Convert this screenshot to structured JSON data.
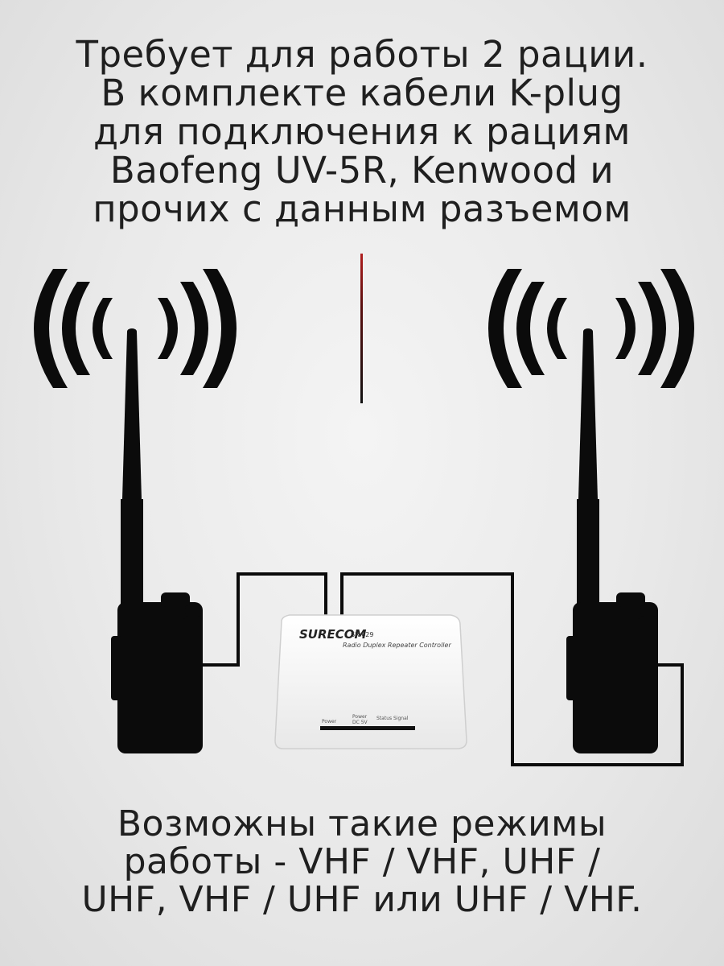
{
  "header": {
    "lines": [
      "Требует для работы 2 рации.",
      "В комплекте кабели K-plug",
      "для подключения к рациям",
      "Baofeng UV-5R, Kenwood и",
      "прочих с данным разъемом"
    ]
  },
  "device": {
    "brand": "SURECOM",
    "model": "SR-629",
    "subtitle": "Radio Duplex Repeater Controller",
    "port_labels": [
      "Power",
      "Power",
      "DC 5V",
      "Status Signal"
    ]
  },
  "footer": {
    "lines": [
      "Возможны такие режимы",
      "работы -  VHF / VHF, UHF /",
      "UHF, VHF / UHF или UHF / VHF."
    ]
  },
  "colors": {
    "text": "#1f1f1f",
    "silhouette": "#0b0b0b",
    "accent_line": "#8b1a1a",
    "device_body": "#fafafa"
  }
}
